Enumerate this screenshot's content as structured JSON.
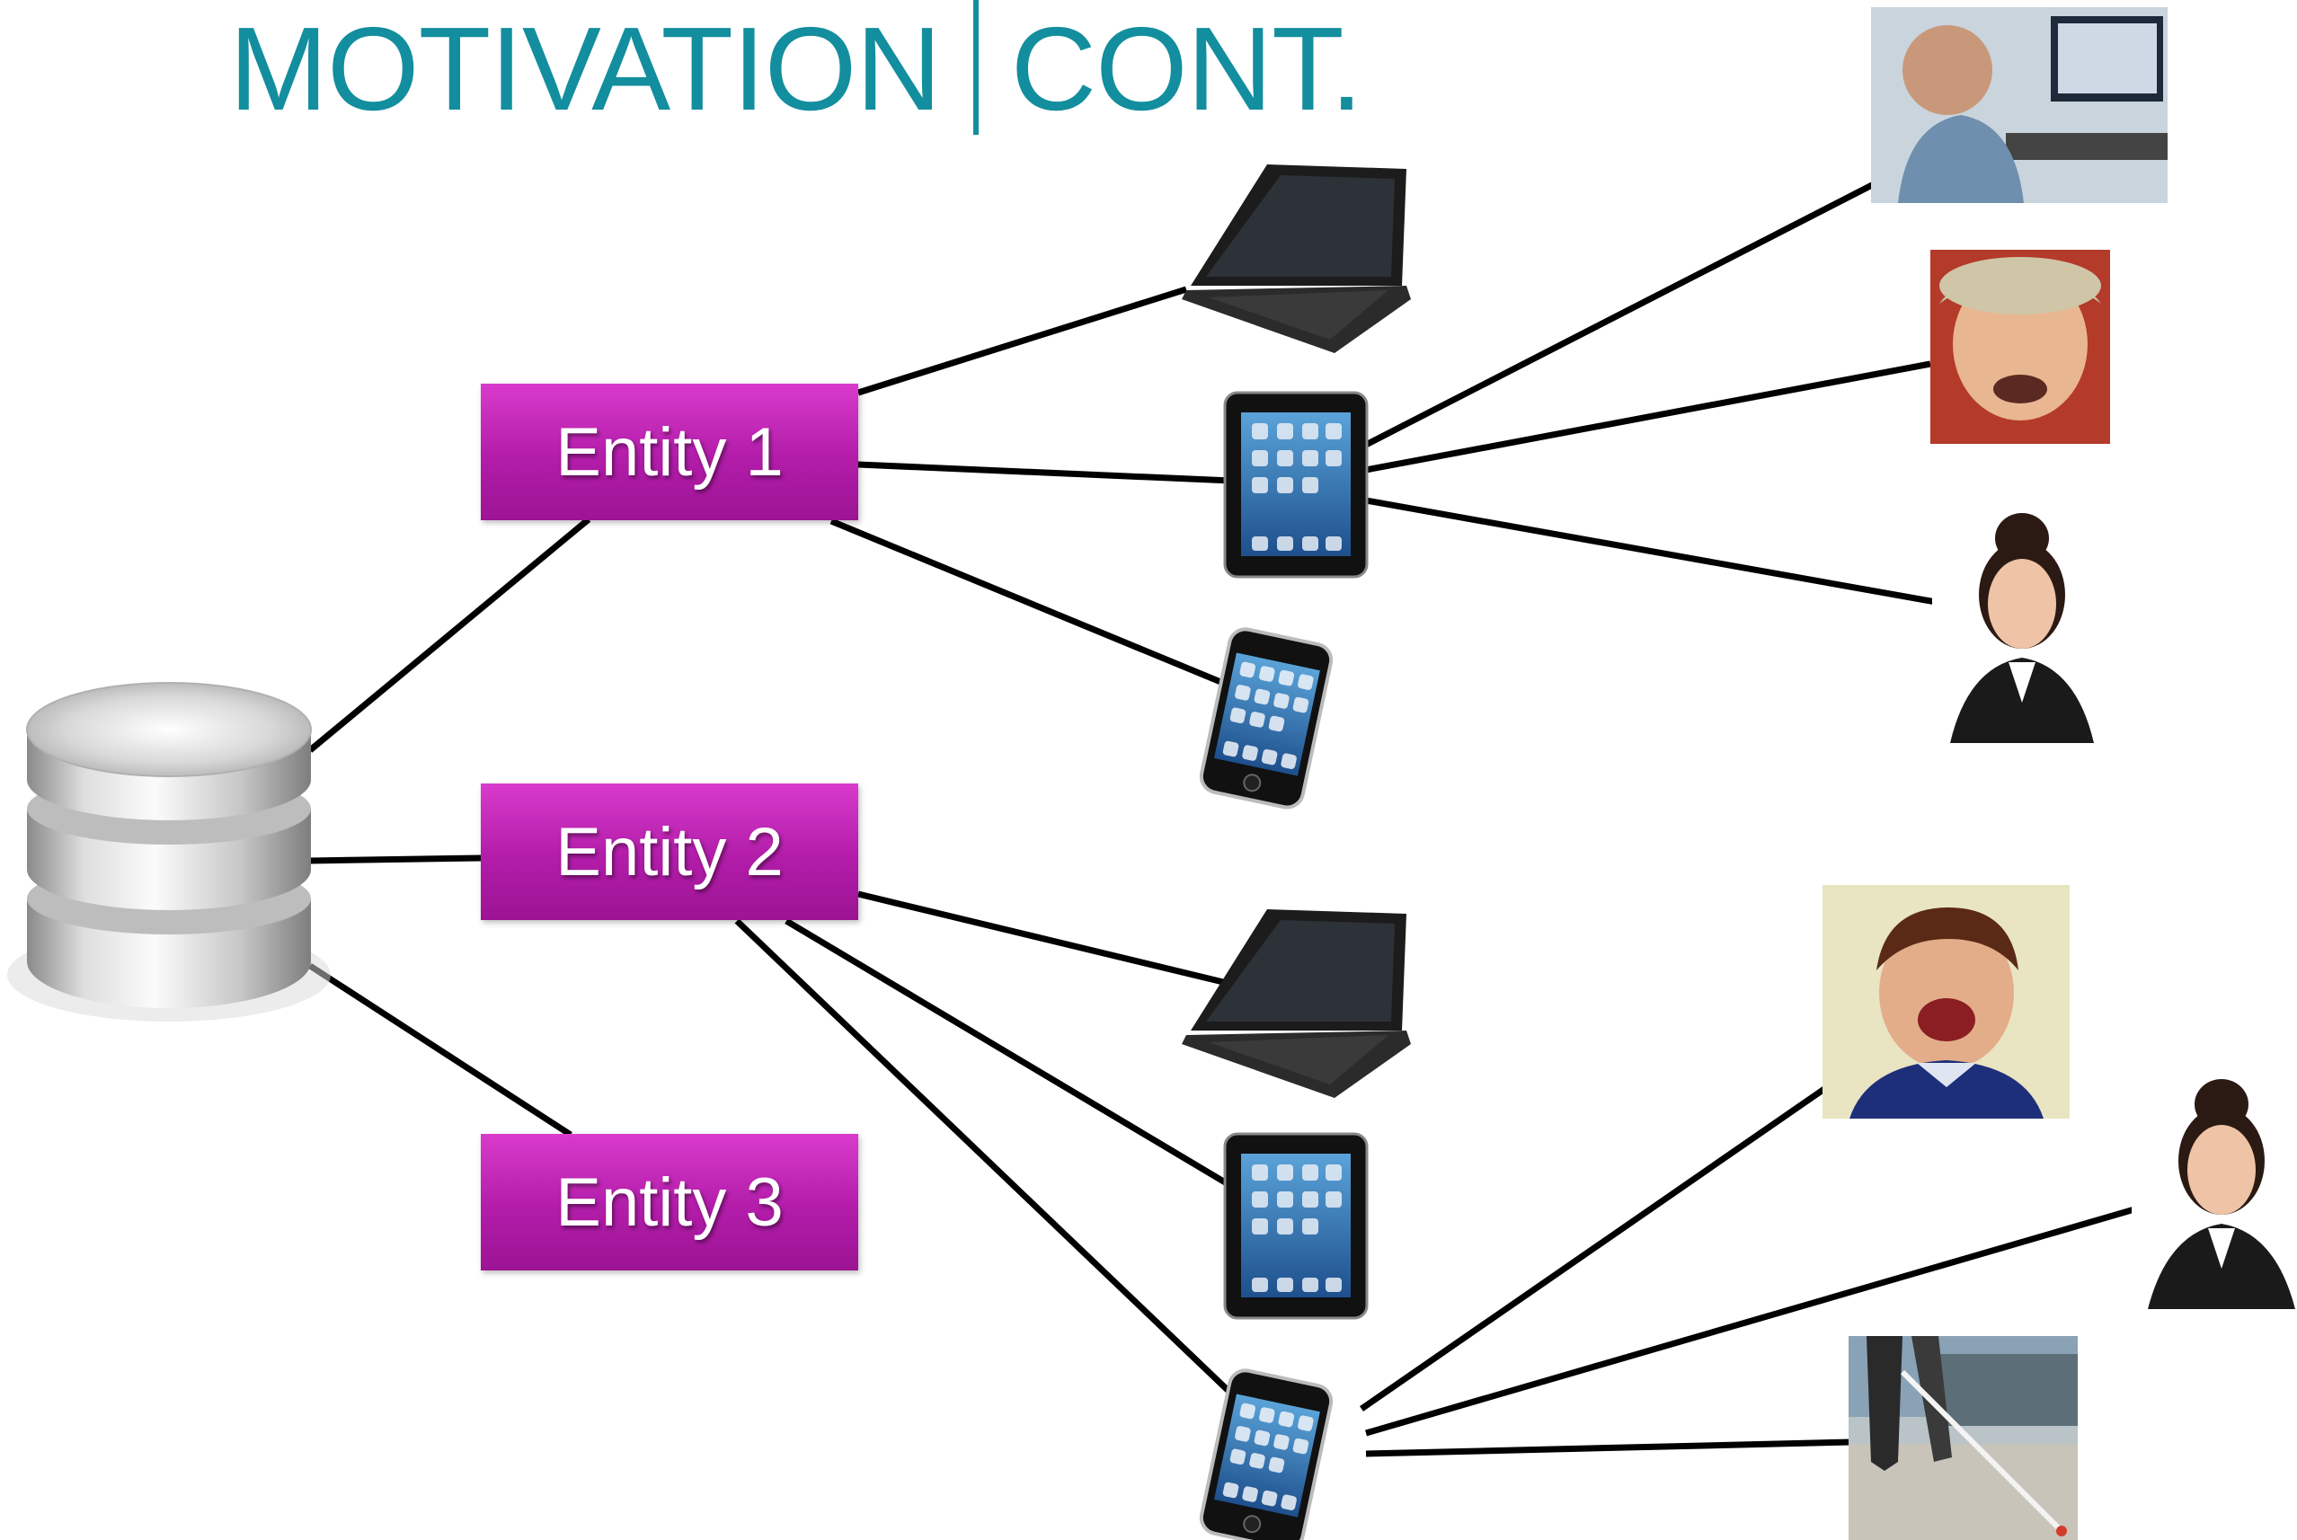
{
  "slide": {
    "title_left": "MOTIVATION",
    "title_right": "CONT."
  },
  "entities": [
    {
      "label": "Entity 1"
    },
    {
      "label": "Entity 2"
    },
    {
      "label": "Entity 3"
    }
  ],
  "nodes": {
    "database": "database-icon",
    "devices": [
      "laptop",
      "tablet",
      "smartphone",
      "laptop",
      "tablet",
      "smartphone"
    ],
    "people": [
      "man-at-computer",
      "elderly-man-in-cap",
      "businesswoman",
      "laughing-boy",
      "businesswoman",
      "person-with-white-cane"
    ]
  },
  "colors": {
    "title": "#138e9e",
    "entity_fill": "#b21ca9",
    "edge": "#000000"
  }
}
